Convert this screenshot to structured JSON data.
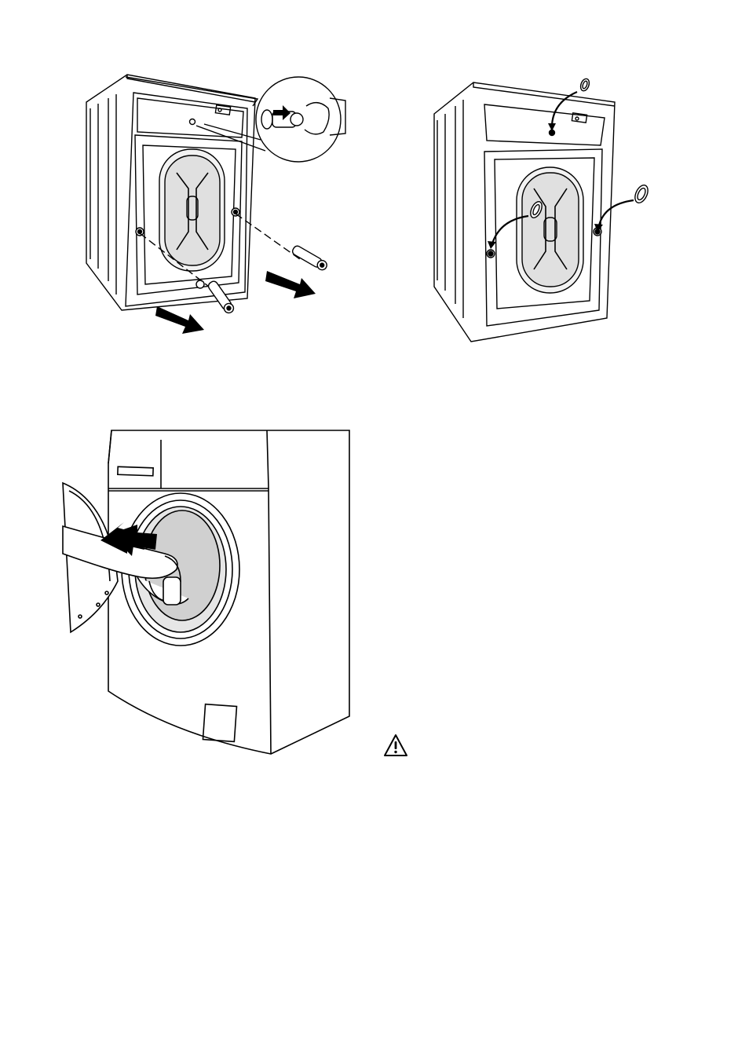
{
  "figures": [
    {
      "id": "remove-transit-bolts",
      "icons": [
        "transit-bolt",
        "wrench-hand",
        "removal-arrow"
      ]
    },
    {
      "id": "insert-plastic-caps",
      "icons": [
        "plastic-cap",
        "insert-arrow"
      ]
    },
    {
      "id": "remove-packing-from-drum",
      "icons": [
        "hand",
        "push-arrow",
        "door"
      ]
    }
  ],
  "warning": {
    "icon": "warning-triangle-icon"
  },
  "colors": {
    "line": "#000000",
    "fill_light": "#f2f2f2",
    "fill_gray": "#d9d9d9"
  }
}
